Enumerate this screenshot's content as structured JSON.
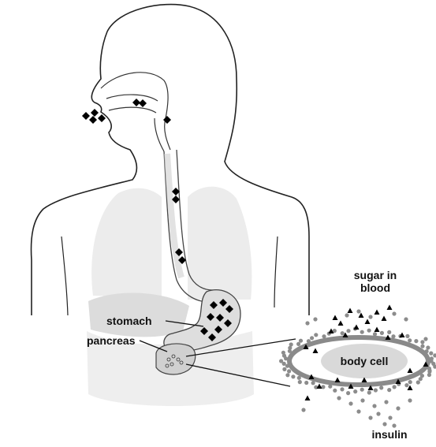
{
  "labels": {
    "sugar_line1": "sugar in",
    "sugar_line2": "blood",
    "stomach": "stomach",
    "pancreas": "pancreas",
    "body_cell": "body cell",
    "insulin": "insulin"
  },
  "colors": {
    "outline": "#222222",
    "organ_fill": "#e8e8e8",
    "organ_dark": "#d2d2d2",
    "cell_membrane": "#8a8a8a",
    "cell_nucleus": "#d9d9d9",
    "insulin_dots": "#8c8c8c",
    "food_particles": "#000000"
  },
  "icons": {
    "food": "diamond-particle",
    "sugar": "triangle-particle",
    "insulin": "round-dot-particle"
  }
}
